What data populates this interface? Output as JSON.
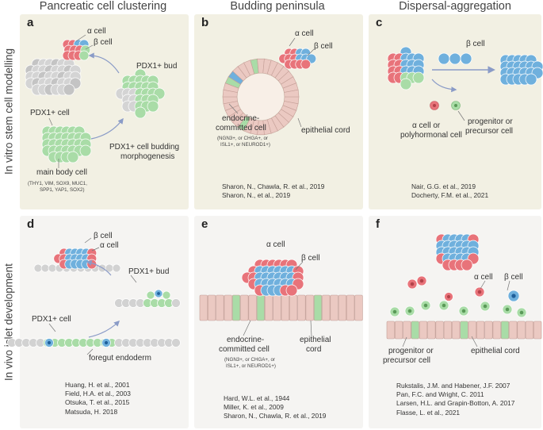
{
  "columns": [
    "Pancreatic cell clustering",
    "Budding peninsula",
    "Dispersal-aggregation"
  ],
  "rows": [
    "In vitro stem cell modelling",
    "In vivo islet development"
  ],
  "panels": {
    "a": {
      "letter": "a",
      "alpha": "α cell",
      "beta": "β cell",
      "bud": "PDX1+ bud",
      "pdx1": "PDX1+ cell",
      "budding1": "PDX1+ cell budding",
      "budding2": "morphogenesis",
      "main": "main body cell",
      "markers1": "(THY1, VIM, SOX9, MUC1,",
      "markers2": "SPP1, YAP1, SOX2)"
    },
    "b": {
      "letter": "b",
      "alpha": "α cell",
      "beta": "β cell",
      "endo1": "endocrine-",
      "endo2": "committed cell",
      "cord": "epithelial cord",
      "markers1": "(NGN3+, or CHGA+, or",
      "markers2": "ISL1+, or NEUROD1+)",
      "refs": [
        "Sharon, N., Chawla, R. et al., 2019",
        "Sharon, N., et al., 2019"
      ]
    },
    "c": {
      "letter": "c",
      "beta": "β cell",
      "alpha1": "α cell or",
      "alpha2": "polyhormonal cell",
      "prog1": "progenitor or",
      "prog2": "precursor cell",
      "refs": [
        "Nair, G.G. et al., 2019",
        "Docherty, F.M. et al., 2021"
      ]
    },
    "d": {
      "letter": "d",
      "beta": "β cell",
      "alpha": "α cell",
      "bud": "PDX1+ bud",
      "pdx1": "PDX1+ cell",
      "foregut": "foregut endoderm",
      "refs": [
        "Huang, H. et al., 2001",
        "Field, H.A. et al., 2003",
        "Otsuka, T. et al., 2015",
        "Matsuda, H. 2018"
      ]
    },
    "e": {
      "letter": "e",
      "alpha": "α cell",
      "beta": "β cell",
      "endo1": "endocrine-",
      "endo2": "committed cell",
      "cord1": "epithelial",
      "cord2": "cord",
      "markers1": "(NGN3+, or CHGA+, or",
      "markers2": "ISL1+, or NEUROD1+)",
      "refs": [
        "Hard, W.L. et al., 1944",
        "Miller, K. et al., 2009",
        "Sharon, N., Chawla, R. et al., 2019"
      ]
    },
    "f": {
      "letter": "f",
      "alpha": "α cell",
      "beta": "β cell",
      "prog1": "progenitor or",
      "prog2": "precursor cell",
      "cord": "epithelial cord",
      "refs": [
        "Rukstalis, J.M. and Habener, J.F. 2007",
        "Pan, F.C. and Wright, C. 2011",
        "Larsen, H.L. and Grapin-Botton, A. 2017",
        "Flasse, L. et al., 2021"
      ]
    }
  },
  "colors": {
    "alpha": "#e8737a",
    "beta": "#6fb0dd",
    "pdx1": "#a9dca7",
    "grey": "#d2d2d2",
    "tissue": "#ebc9c2",
    "top_bg": "#f2f0e3",
    "bottom_bg": "#f5f4f2"
  }
}
